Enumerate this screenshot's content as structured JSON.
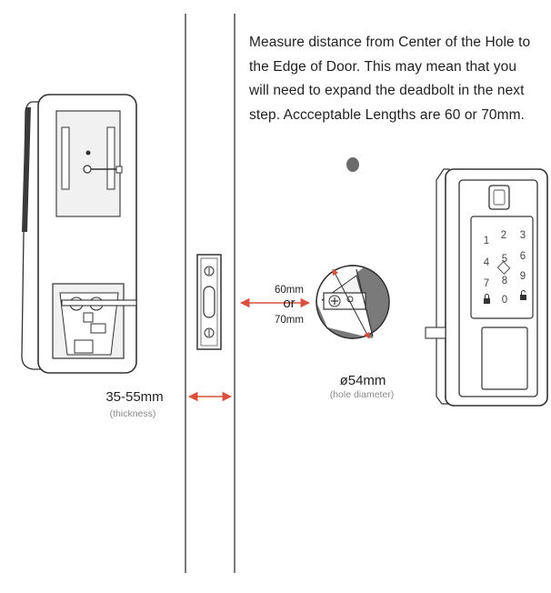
{
  "instructions": "Measure distance from Center of the Hole to the Edge of Door. This may mean that you will need to expand the deadbolt in the next step. Accceptable Lengths are 60 or 70mm.",
  "backset": {
    "option1": "60mm",
    "or_text": "or",
    "option2": "70mm"
  },
  "hole": {
    "diameter": "ø54mm",
    "caption": "(hole diameter)"
  },
  "door": {
    "thickness": "35-55mm",
    "caption": "(thickness)"
  },
  "keypad": {
    "keys": [
      "1",
      "2",
      "3",
      "4",
      "5",
      "6",
      "7",
      "8",
      "9",
      "0"
    ]
  },
  "colors": {
    "arrow": "#d9503f",
    "line": "#222222",
    "hole_fill": "#6b6b6b"
  }
}
